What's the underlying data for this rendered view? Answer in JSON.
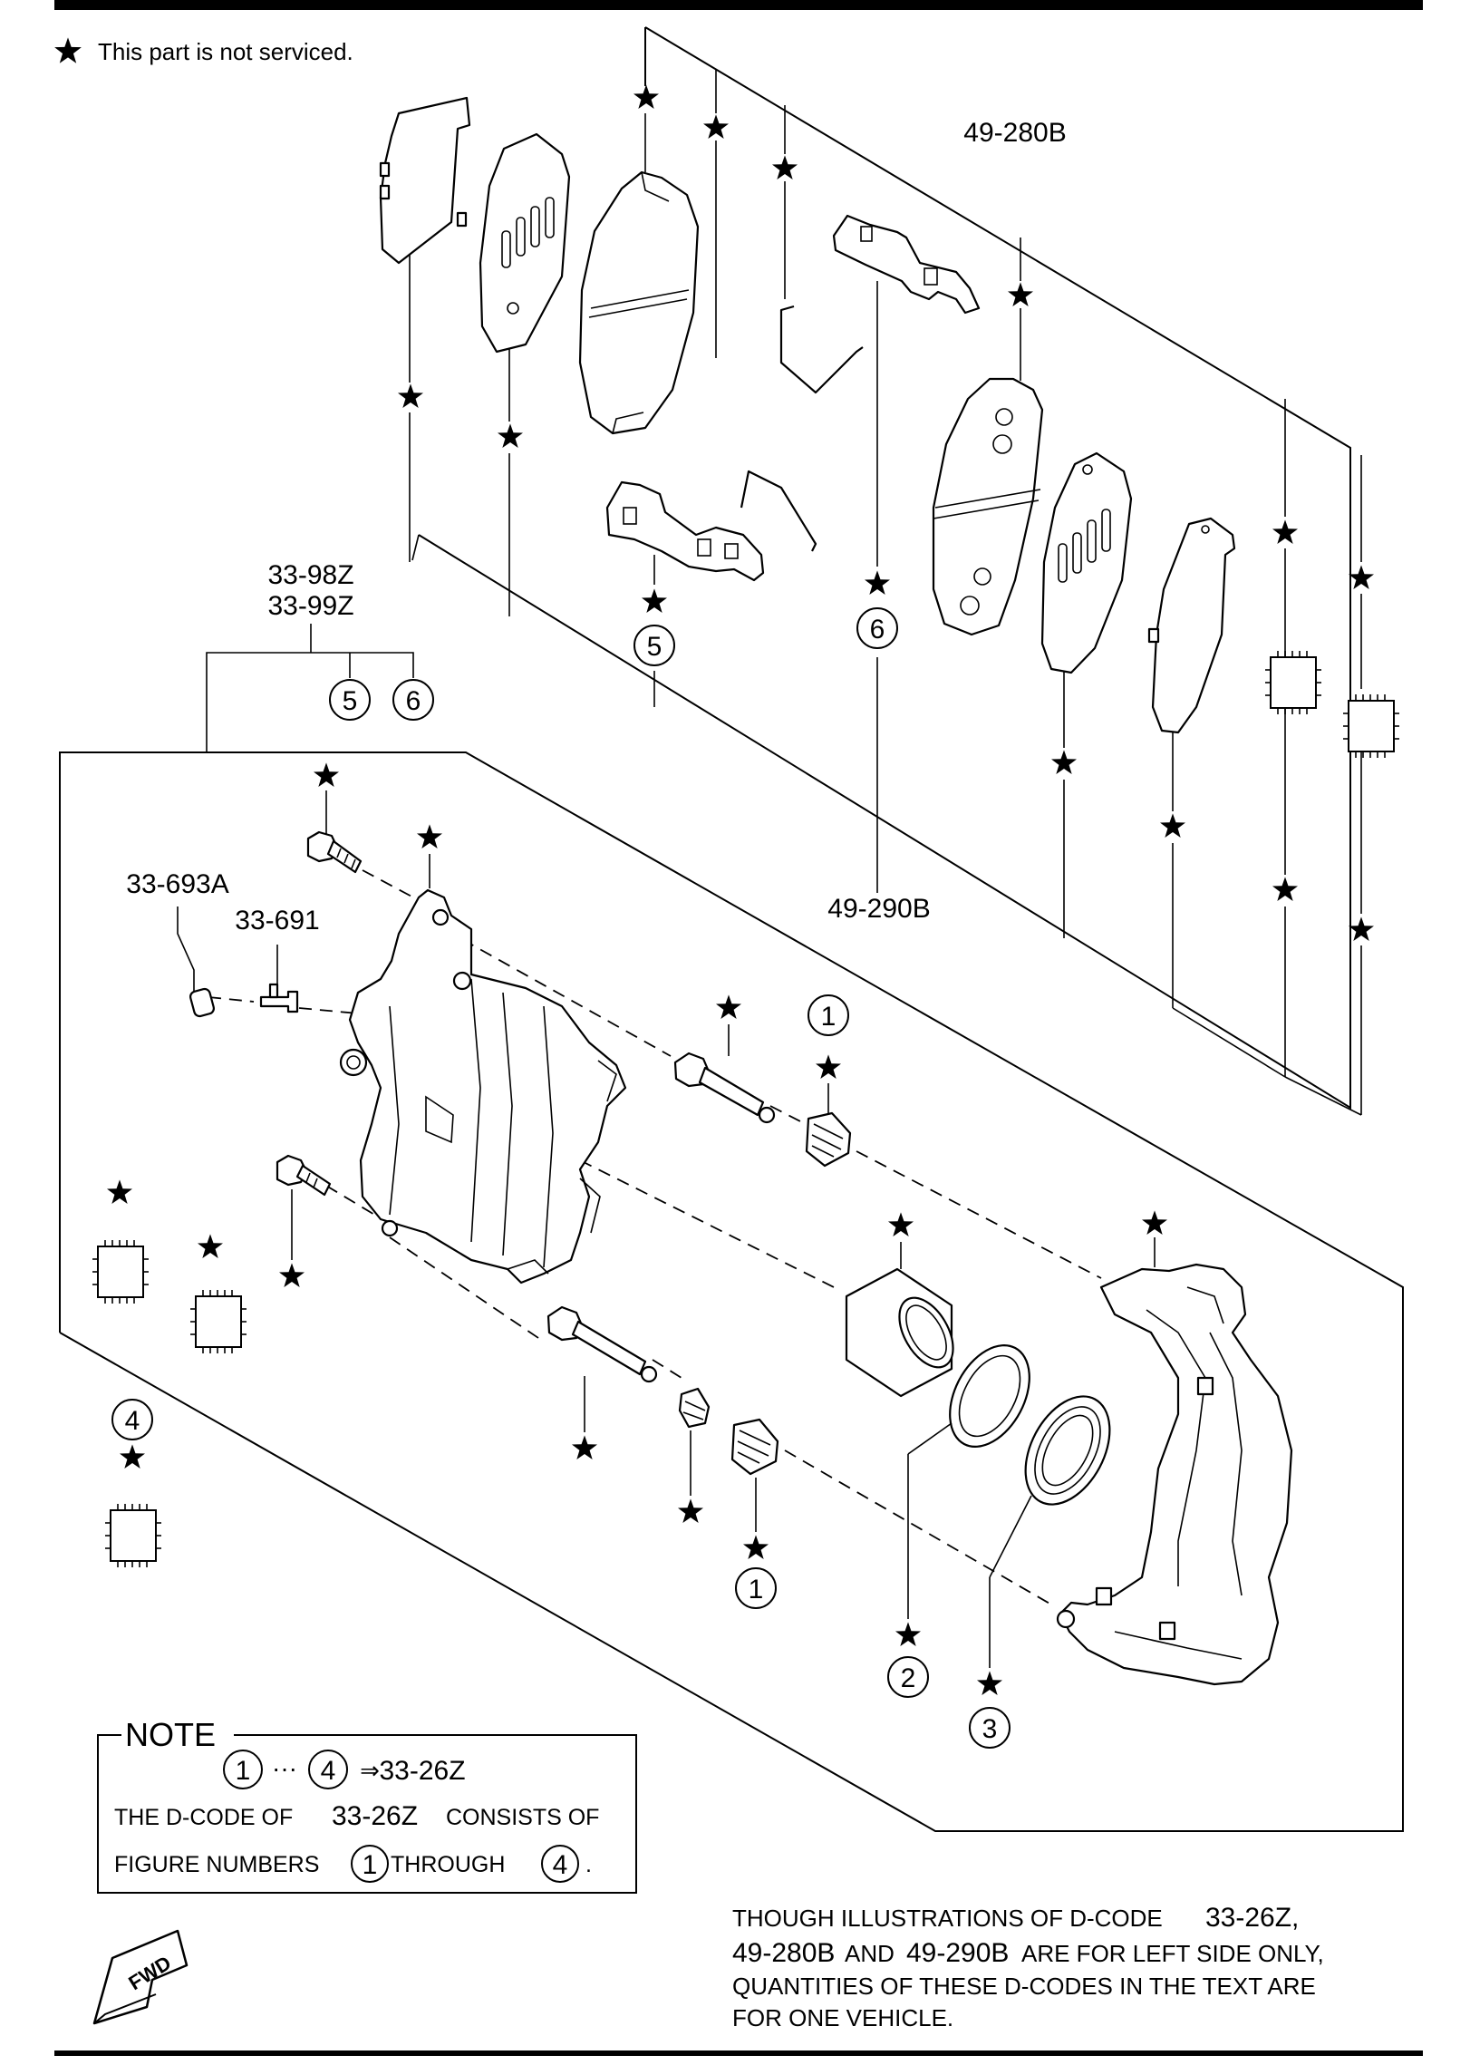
{
  "legend": {
    "star_symbol": "★",
    "text": "This part is not serviced."
  },
  "callouts": {
    "c49_280B": "49-280B",
    "c49_290B": "49-290B",
    "c33_98Z": "33-98Z",
    "c33_99Z": "33-99Z",
    "c33_693A": "33-693A",
    "c33_691": "33-691"
  },
  "figure_numbers": {
    "n1": "1",
    "n2": "2",
    "n3": "3",
    "n4": "4",
    "n5": "5",
    "n6": "6"
  },
  "note": {
    "title": "NOTE",
    "range_start": "1",
    "ellipsis": "···",
    "range_end": "4",
    "arrow": "⇒",
    "code": "33-26Z",
    "line1_prefix": "THE D-CODE OF",
    "line1_code": "33-26Z",
    "line1_suffix": "CONSISTS OF",
    "line2_prefix": "FIGURE NUMBERS",
    "line2_from": "1",
    "line2_mid": "THROUGH",
    "line2_to": "4",
    "line2_end": "."
  },
  "footnote": {
    "line1_prefix": "THOUGH ILLUSTRATIONS OF D-CODE",
    "line1_code": "33-26Z,",
    "line2_code_a": "49-280B",
    "line2_and": "AND",
    "line2_code_b": "49-290B",
    "line2_suffix": "ARE FOR LEFT SIDE ONLY,",
    "line3": "QUANTITIES OF THESE D-CODES IN THE TEXT ARE",
    "line4": "FOR ONE VEHICLE."
  },
  "fwd_label": "FWD"
}
